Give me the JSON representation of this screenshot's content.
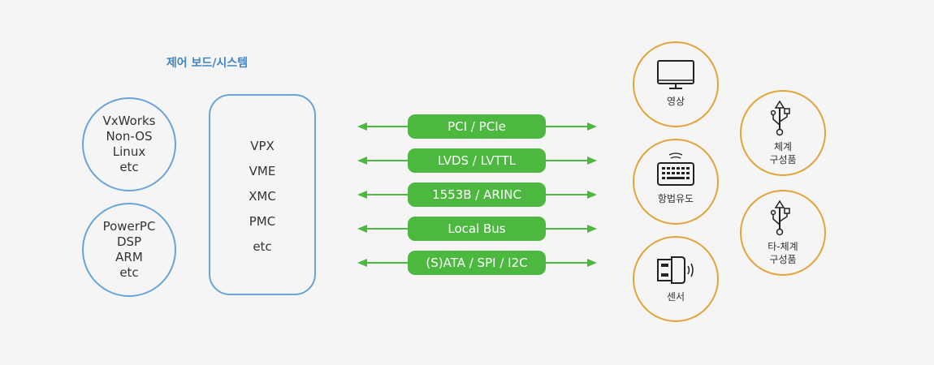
{
  "title": "제어 보드/시스템",
  "os_circle": {
    "lines": [
      "VxWorks",
      "Non-OS",
      "Linux",
      "etc"
    ]
  },
  "cpu_circle": {
    "lines": [
      "PowerPC",
      "DSP",
      "ARM",
      "etc"
    ]
  },
  "bus_box": {
    "items": [
      "VPX",
      "VME",
      "XMC",
      "PMC",
      "etc"
    ]
  },
  "interfaces": [
    "PCI / PCIe",
    "LVDS / LVTTL",
    "1553B / ARINC",
    "Local Bus",
    "(S)ATA / SPI / I2C"
  ],
  "devices": {
    "video": {
      "label": "영상",
      "icon": "monitor-icon"
    },
    "nav": {
      "label": "항법유도",
      "icon": "keyboard-icon"
    },
    "sensor": {
      "label": "센서",
      "icon": "sensor-icon"
    },
    "system_parts": {
      "label_lines": [
        "체계",
        "구성품"
      ],
      "icon": "usb-icon"
    },
    "other_system_parts": {
      "label_lines": [
        "타-체계",
        "구성품"
      ],
      "icon": "usb-icon"
    }
  },
  "colors": {
    "title": "#3f86c5",
    "blue_border": "#6aa3d8",
    "green": "#4db840",
    "orange": "#e2a43a",
    "background": "#f5f5f5"
  }
}
